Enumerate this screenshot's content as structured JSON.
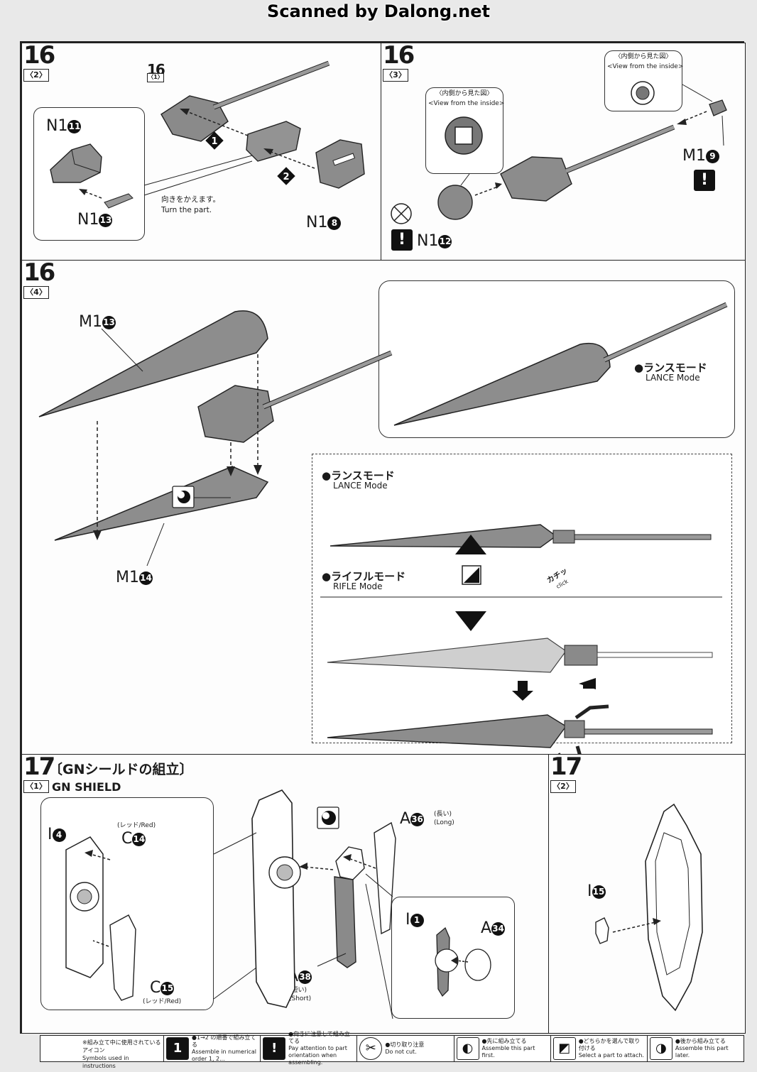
{
  "watermark": "Scanned by Dalong.net",
  "page_number": "16",
  "steps": {
    "s16_2": {
      "step": "16",
      "sub": "〈2〉",
      "ref_step": "16",
      "ref_sub": "〈1〉",
      "parts": [
        "N1",
        "11",
        "N1",
        "13",
        "N1",
        "8"
      ],
      "order_marks": [
        "1",
        "2"
      ],
      "note_jp": "向きをかえます。",
      "note_en": "Turn the part."
    },
    "s16_3": {
      "step": "16",
      "sub": "〈3〉",
      "view_jp": "〈内側から見た図〉",
      "view_en": "<View from the inside>",
      "parts": [
        "M1",
        "9",
        "N1",
        "12"
      ],
      "warn": "!"
    },
    "s16_4": {
      "step": "16",
      "sub": "〈4〉",
      "parts": [
        "M1",
        "13",
        "M1",
        "14"
      ],
      "lance_jp": "●ランスモード",
      "lance_en": "LANCE Mode",
      "rifle_jp": "●ライフルモード",
      "rifle_en": "RIFLE Mode",
      "click_jp": "カチッ",
      "click_en": "click"
    },
    "s17_1": {
      "step": "17",
      "sub": "〈1〉",
      "title_jp": "〔GNシールドの組立〕",
      "title_en": "GN SHIELD",
      "parts": [
        "I",
        "4",
        "C",
        "14",
        "C",
        "15",
        "A",
        "36",
        "A",
        "38",
        "I",
        "1",
        "A",
        "34"
      ],
      "red_1": "(レッド/Red)",
      "red_2": "(レッド/Red)",
      "long_jp": "(長い)",
      "long_en": "(Long)",
      "short_jp": "(短い)",
      "short_en": "(Short)"
    },
    "s17_2": {
      "step": "17",
      "sub": "〈2〉",
      "parts": [
        "I",
        "15"
      ]
    }
  },
  "legend": {
    "head_jp": "※組み立て中に使用されているアイコン",
    "head_en": "Symbols used in instructions",
    "items": [
      {
        "icon": "1",
        "jp": "●1→2 の順番で組み立てる",
        "en": "Assemble in numerical order 1, 2..."
      },
      {
        "icon": "!",
        "jp": "●向きに注意して組み立てる",
        "en": "Pay attention to part orientation when assembling."
      },
      {
        "icon": "✂",
        "jp": "●切り取り注意",
        "en": "Do not cut."
      },
      {
        "icon": "◐",
        "jp": "●先に組み立てる",
        "en": "Assemble this part first."
      },
      {
        "icon": "◩",
        "jp": "●どちらかを選んで取り付ける",
        "en": "Select a part to attach."
      },
      {
        "icon": "◑",
        "jp": "●後から組み立てる",
        "en": "Assemble this part later."
      }
    ]
  }
}
